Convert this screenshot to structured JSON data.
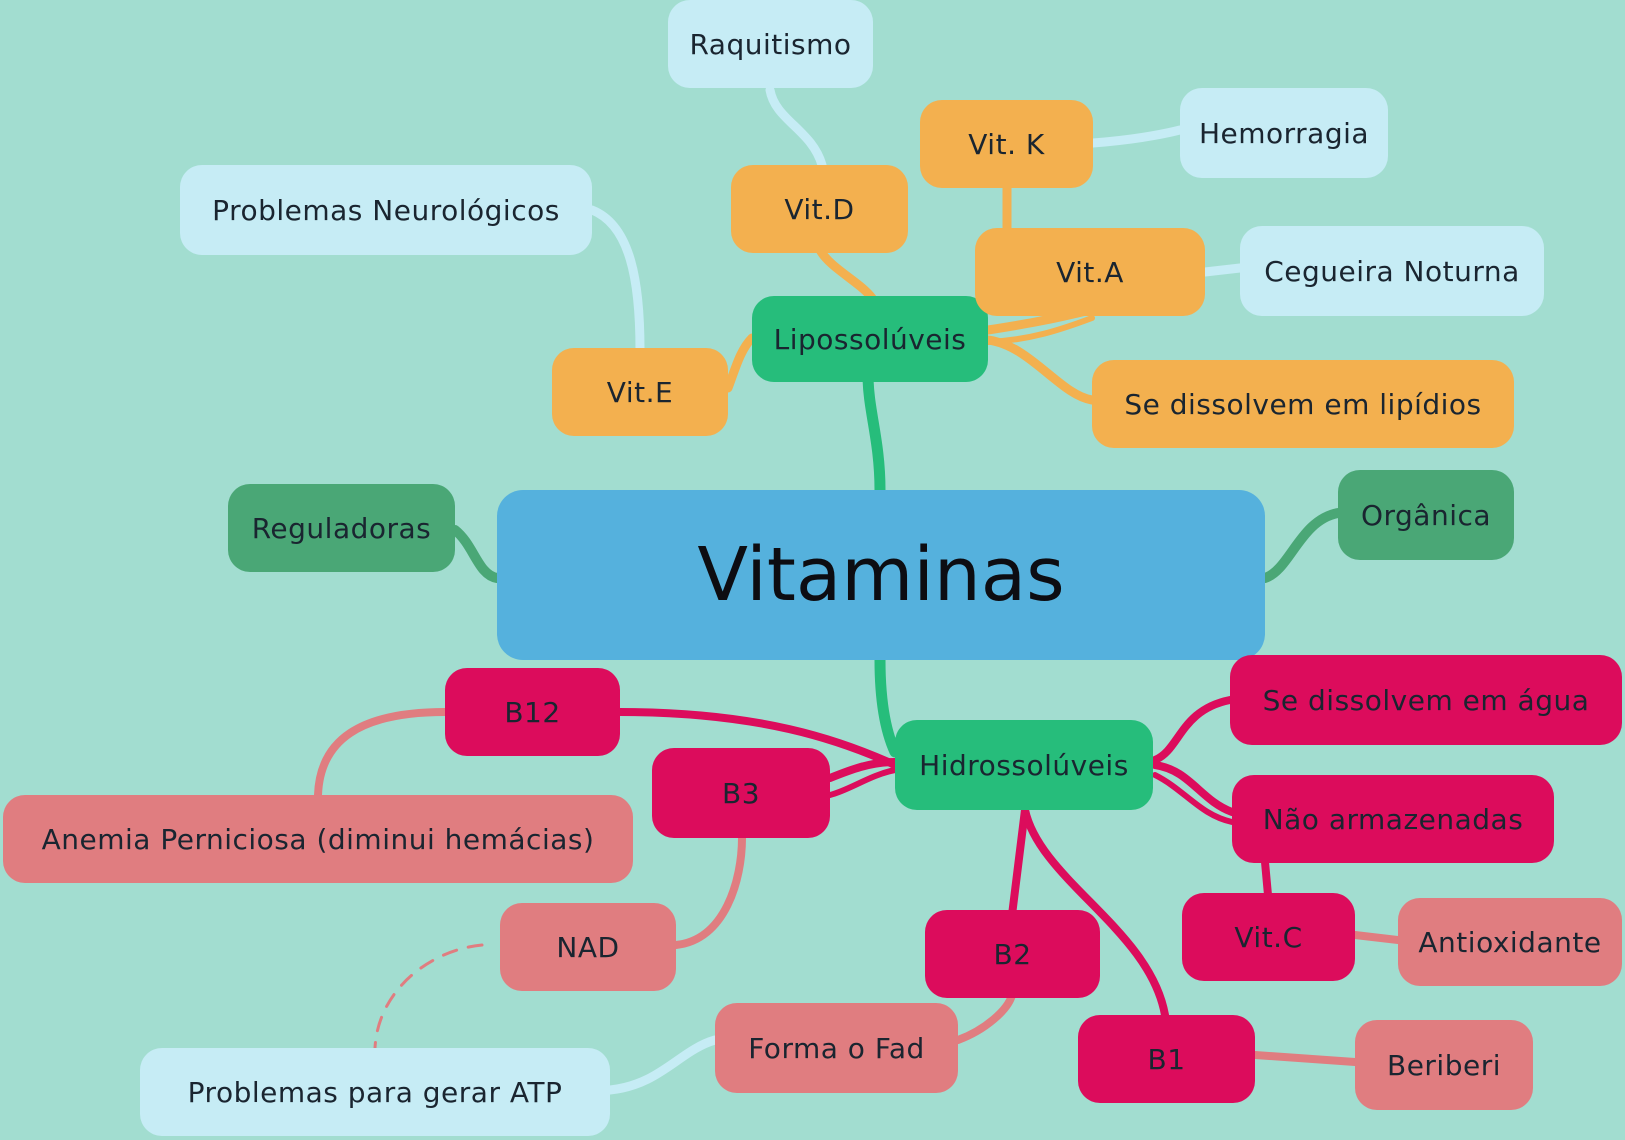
{
  "central": "Vitaminas",
  "nodes": {
    "liposoluveis": "Lipossolúveis",
    "hidrossoluveis": "Hidrossolúveis",
    "reguladoras": "Reguladoras",
    "organica": "Orgânica",
    "vit_d": "Vit.D",
    "raquitismo": "Raquitismo",
    "vit_k": "Vit. K",
    "hemorragia": "Hemorragia",
    "vit_a": "Vit.A",
    "cegueira": "Cegueira Noturna",
    "vit_e": "Vit.E",
    "neurologicos": "Problemas Neurológicos",
    "dissolvem_lipidios": "Se dissolvem em lipídios",
    "b12": "B12",
    "b3": "B3",
    "anemia": "Anemia Perniciosa (diminui hemácias)",
    "nad": "NAD",
    "atp": "Problemas para gerar ATP",
    "b2": "B2",
    "fad": "Forma o Fad",
    "b1": "B1",
    "beriberi": "Beriberi",
    "dissolvem_agua": "Se dissolvem em água",
    "nao_armazenadas": "Não armazenadas",
    "vit_c": "Vit.C",
    "antioxidante": "Antioxidante"
  },
  "colors": {
    "background": "#a2ddd0",
    "central": "#55b1dd",
    "green": "#26bd7b",
    "dark_green": "#4aa776",
    "orange": "#f3b04f",
    "light_blue": "#c6ecf5",
    "magenta": "#dc0c5c",
    "pink": "#e07d80"
  }
}
